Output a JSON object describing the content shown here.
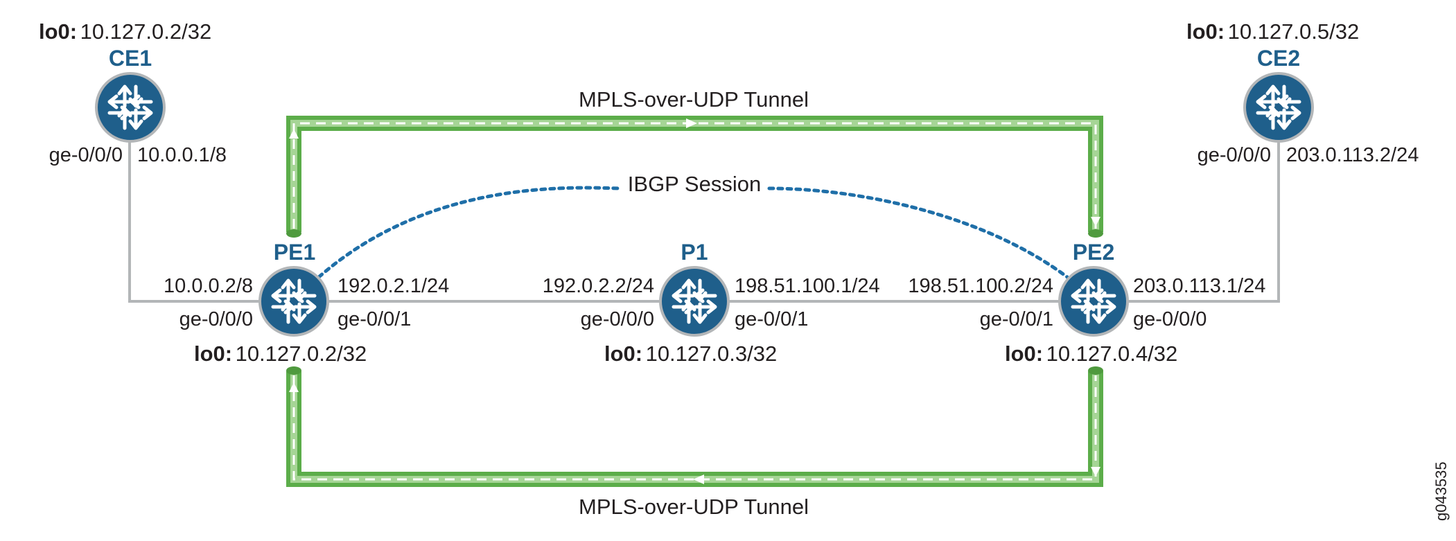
{
  "routers": {
    "ce1": {
      "name": "CE1",
      "lo0_label": "lo0:",
      "lo0_addr": "10.127.0.2/32",
      "if_left": "ge-0/0/0",
      "if_right": "10.0.0.1/8"
    },
    "ce2": {
      "name": "CE2",
      "lo0_label": "lo0:",
      "lo0_addr": "10.127.0.5/32",
      "if_left": "ge-0/0/0",
      "if_right": "203.0.113.2/24"
    },
    "pe1": {
      "name": "PE1",
      "lo0_label": "lo0:",
      "lo0_addr": "10.127.0.2/32",
      "addr_left": "10.0.0.2/8",
      "if_left": "ge-0/0/0",
      "addr_right": "192.0.2.1/24",
      "if_right": "ge-0/0/1"
    },
    "p1": {
      "name": "P1",
      "lo0_label": "lo0:",
      "lo0_addr": "10.127.0.3/32",
      "addr_left": "192.0.2.2/24",
      "if_left": "ge-0/0/0",
      "addr_right": "198.51.100.1/24",
      "if_right": "ge-0/0/1"
    },
    "pe2": {
      "name": "PE2",
      "lo0_label": "lo0:",
      "lo0_addr": "10.127.0.4/32",
      "addr_left": "198.51.100.2/24",
      "if_left": "ge-0/0/1",
      "addr_right": "203.0.113.1/24",
      "if_right": "ge-0/0/0"
    }
  },
  "tunnels": {
    "top": "MPLS-over-UDP Tunnel",
    "bottom": "MPLS-over-UDP Tunnel"
  },
  "session": "IBGP Session",
  "figure_id": "g043535",
  "colors": {
    "router_fill": "#1f5f8b",
    "router_ring": "#b3b6b8",
    "tunnel_green": "#5cad4a",
    "tunnel_light": "#a6d596",
    "session_blue": "#1f6fa8",
    "link_gray": "#b3b6b8"
  },
  "icons": {
    "router": "router-arrows-icon"
  }
}
